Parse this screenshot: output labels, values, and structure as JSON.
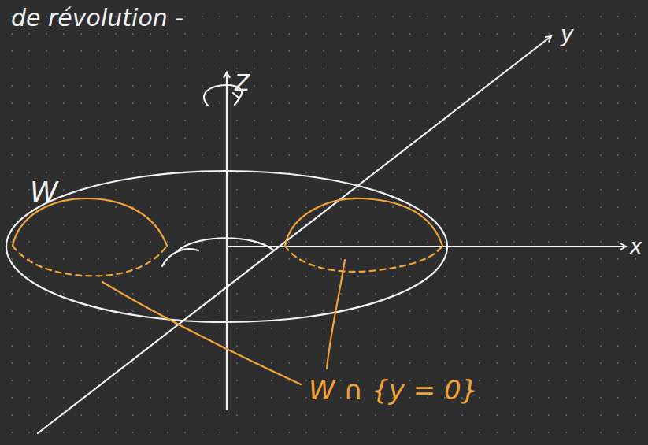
{
  "diagram": {
    "labels": [
      "de révolution -",
      "Z",
      "y",
      "W",
      "x",
      "W ∩ {y = 0}"
    ]
  }
}
